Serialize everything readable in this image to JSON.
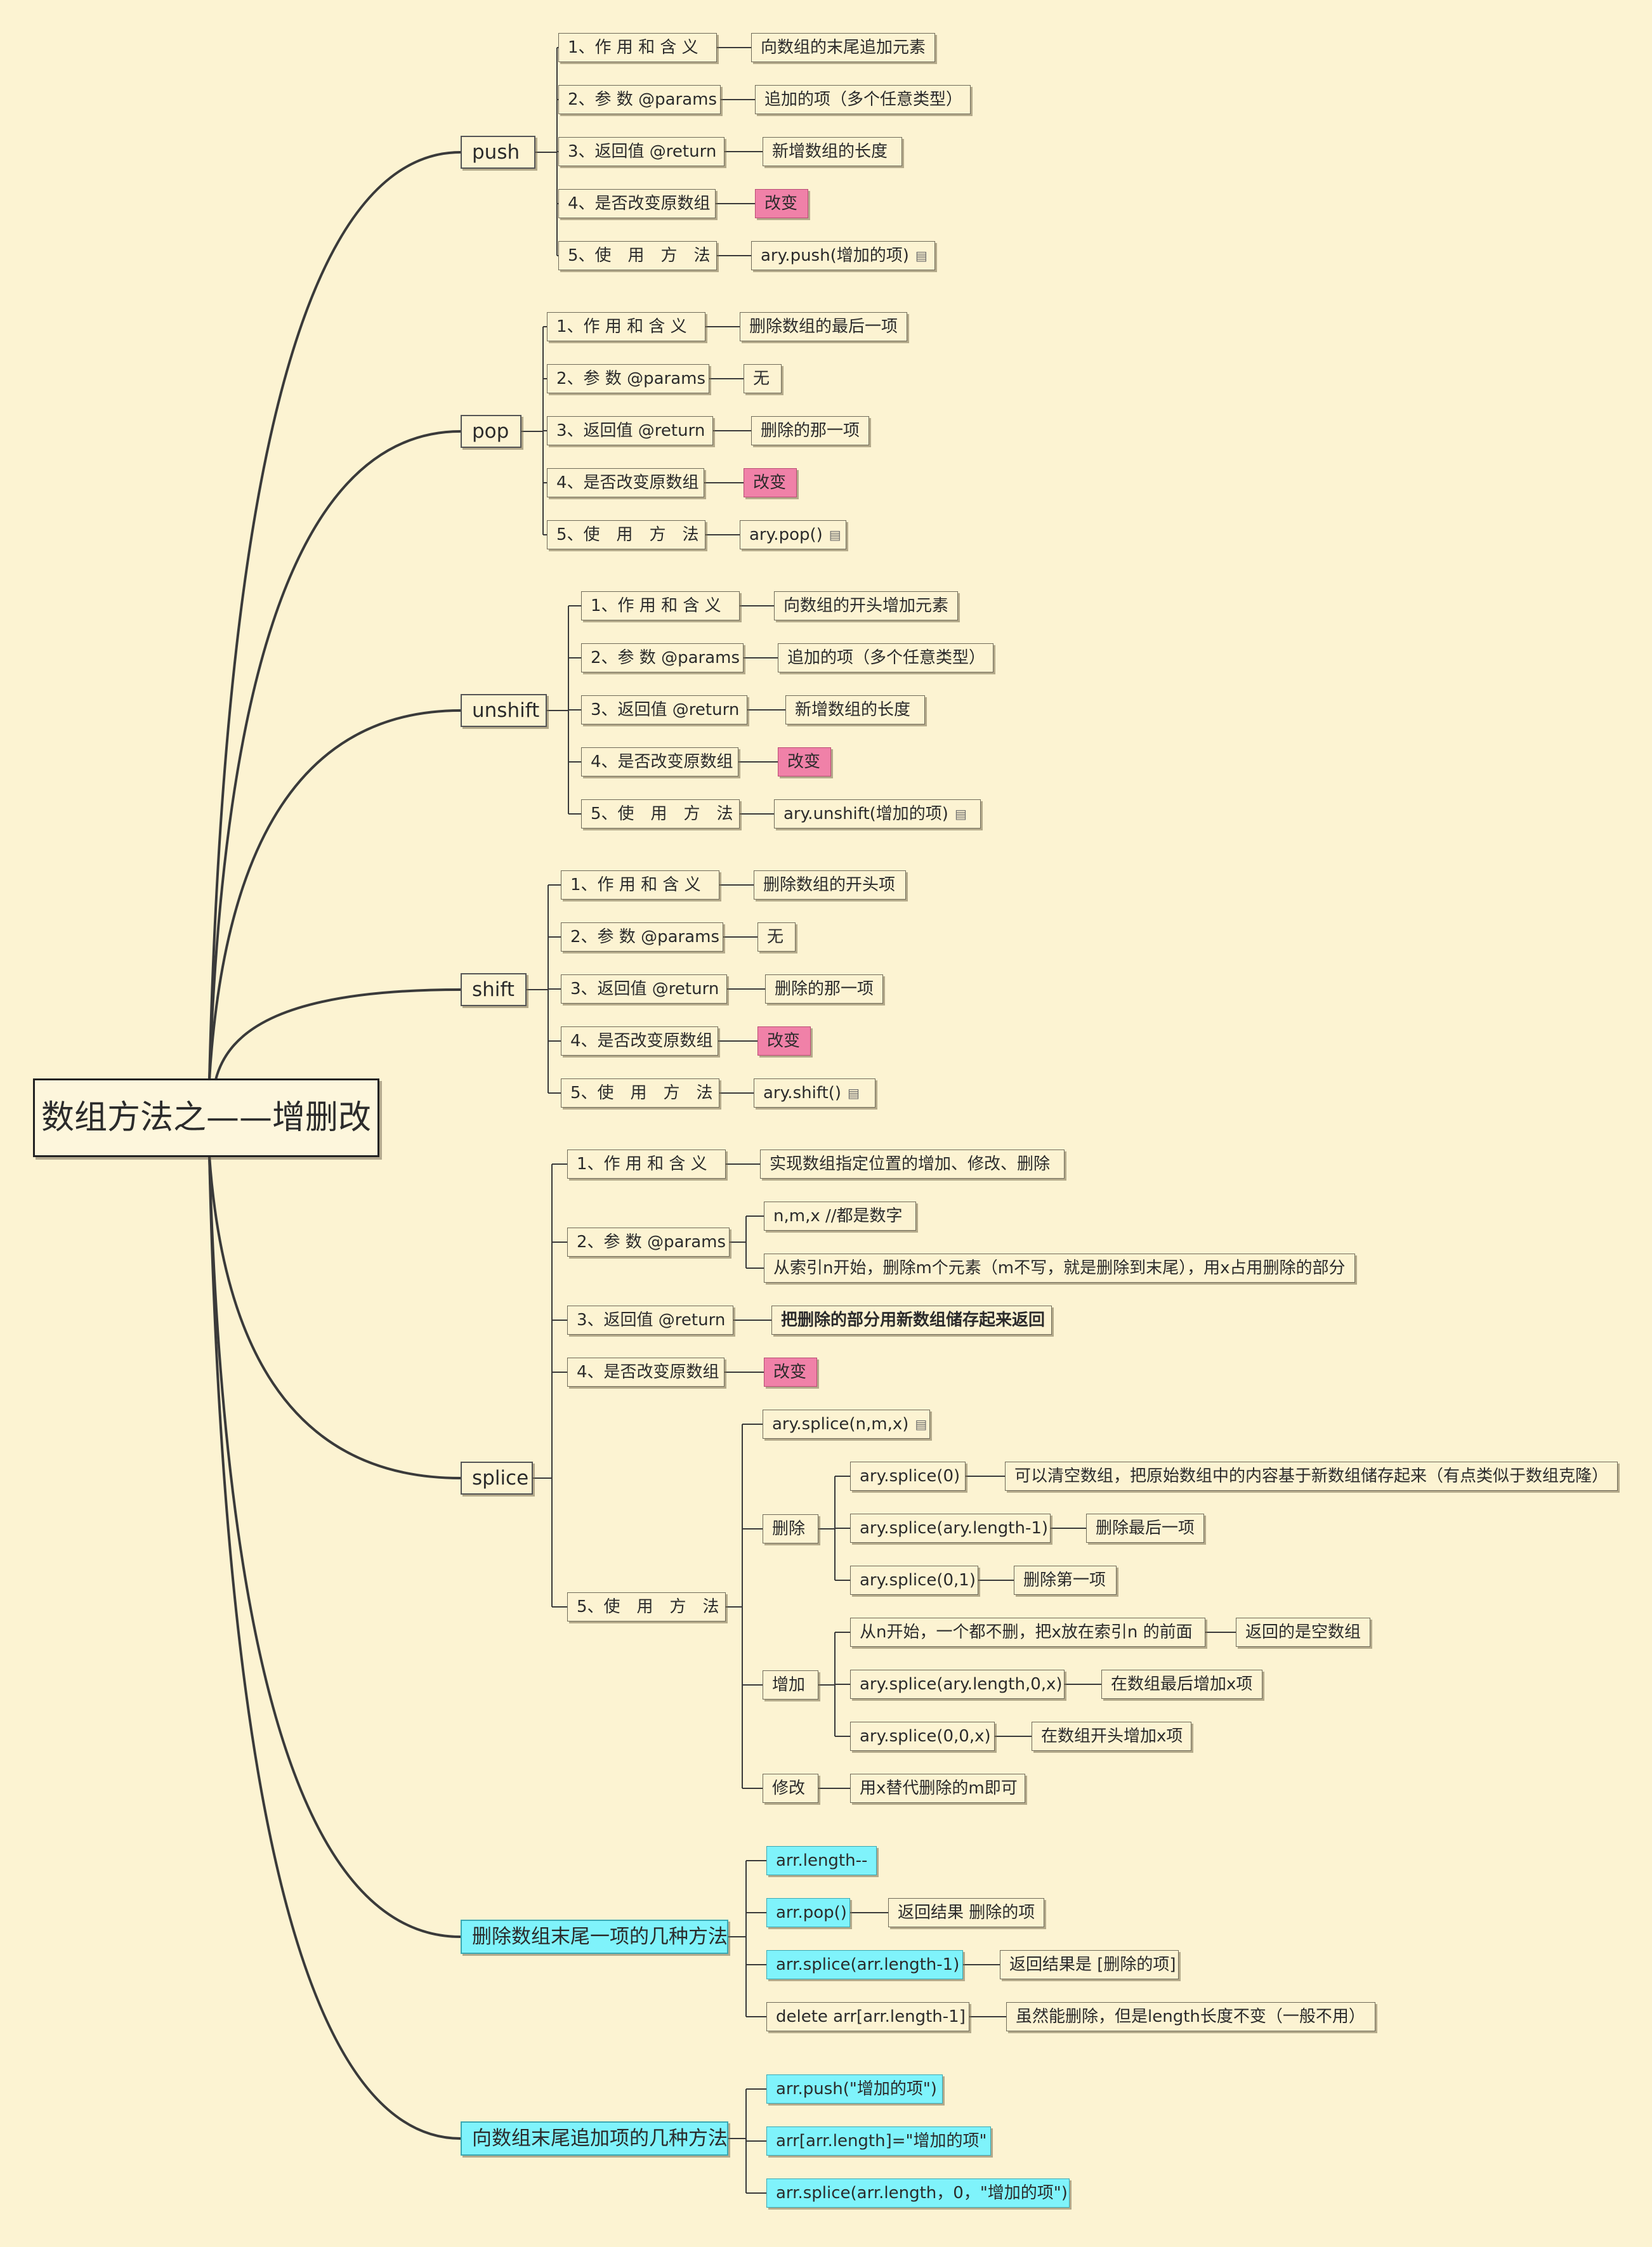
{
  "root": "数组方法之——增删改",
  "push": {
    "label": "push",
    "r1": "1、作 用 和 含 义",
    "v1": "向数组的末尾追加元素",
    "r2": "2、参 数 @params",
    "v2": "追加的项（多个任意类型）",
    "r3": "3、返回值 @return",
    "v3": "新增数组的长度",
    "r4": "4、是否改变原数组",
    "v4": "改变",
    "r5": "5、使　用　方　法",
    "v5": "ary.push(增加的项)"
  },
  "pop": {
    "label": "pop",
    "r1": "1、作 用 和 含 义",
    "v1": "删除数组的最后一项",
    "r2": "2、参 数 @params",
    "v2": "无",
    "r3": "3、返回值 @return",
    "v3": "删除的那一项",
    "r4": "4、是否改变原数组",
    "v4": "改变",
    "r5": "5、使　用　方　法",
    "v5": "ary.pop()"
  },
  "unshift": {
    "label": "unshift",
    "r1": "1、作 用 和 含 义",
    "v1": "向数组的开头增加元素",
    "r2": "2、参 数 @params",
    "v2": "追加的项（多个任意类型）",
    "r3": "3、返回值 @return",
    "v3": "新增数组的长度",
    "r4": "4、是否改变原数组",
    "v4": "改变",
    "r5": "5、使　用　方　法",
    "v5": "ary.unshift(增加的项)"
  },
  "shift": {
    "label": "shift",
    "r1": "1、作 用 和 含 义",
    "v1": "删除数组的开头项",
    "r2": "2、参 数 @params",
    "v2": "无",
    "r3": "3、返回值 @return",
    "v3": "删除的那一项",
    "r4": "4、是否改变原数组",
    "v4": "改变",
    "r5": "5、使　用　方　法",
    "v5": "ary.shift()"
  },
  "splice": {
    "label": "splice",
    "r1": "1、作 用 和 含 义",
    "v1": "实现数组指定位置的增加、修改、删除",
    "r2": "2、参 数 @params",
    "v2a": "n,m,x  //都是数字",
    "v2b": "从索引n开始，删除m个元素（m不写，就是删除到末尾），用x占用删除的部分",
    "r3": "3、返回值 @return",
    "v3": "把删除的部分用新数组储存起来返回",
    "r4": "4、是否改变原数组",
    "v4": "改变",
    "r5": "5、使　用　方　法",
    "usage": "ary.splice(n,m,x)",
    "delete_label": "删除",
    "d1": "ary.splice(0)",
    "d1n": "可以清空数组，把原始数组中的内容基于新数组储存起来（有点类似于数组克隆）",
    "d2": "ary.splice(ary.length-1)",
    "d2n": "删除最后一项",
    "d3": "ary.splice(0,1)",
    "d3n": "删除第一项",
    "add_label": "增加",
    "a1": "从n开始，一个都不删，把x放在索引n 的前面",
    "a1n": "返回的是空数组",
    "a2": "ary.splice(ary.length,0,x)",
    "a2n": "在数组最后增加x项",
    "a3": "ary.splice(0,0,x)",
    "a3n": "在数组开头增加x项",
    "modify_label": "修改",
    "m1": "用x替代删除的m即可"
  },
  "remove_last": {
    "label": "删除数组末尾一项的几种方法",
    "i1": "arr.length--",
    "i2": "arr.pop()",
    "i2n": "返回结果 删除的项",
    "i3": "arr.splice(arr.length-1)",
    "i3n": "返回结果是 [删除的项]",
    "i4": "delete arr[arr.length-1]",
    "i4n": "虽然能删除，但是length长度不变（一般不用）"
  },
  "append_end": {
    "label": "向数组末尾追加项的几种方法",
    "i1": "arr.push(\"增加的项\")",
    "i2": "arr[arr.length]=\"增加的项\"",
    "i3": "arr.splice(arr.length，0，\"增加的项\")"
  },
  "colors": {
    "background": "#fcf3d2",
    "changed_badge": "#f081a8",
    "highlight": "#7ff3fb"
  },
  "icons": {
    "note": "note-icon"
  }
}
